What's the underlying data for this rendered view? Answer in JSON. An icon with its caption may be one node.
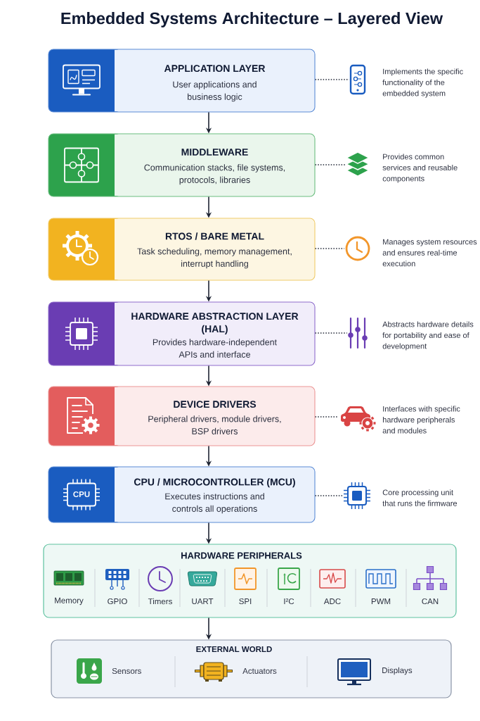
{
  "diagram": {
    "title": "Embedded Systems Architecture – Layered View",
    "nodes": [
      {
        "text": [
          "APPLICATION LAYER",
          "User applications and business logic"
        ]
      },
      {
        "text": [],
        "shape": "picture",
        "beside": [
          "Implements the specific functionality of the embedded system"
        ]
      },
      {
        "text": [
          "MIDDLEWARE",
          "Communication stacks, file systems, protocols, libraries"
        ]
      },
      {
        "text": [],
        "shape": "picture",
        "beside": [
          "Provides common services and reusable components"
        ]
      },
      {
        "text": [
          "RTOS / BARE METAL",
          "Task scheduling, memory management, interrupt handling"
        ]
      },
      {
        "text": [],
        "shape": "picture",
        "beside": [
          "Manages system resources and ensures real-time execution"
        ]
      },
      {
        "text": [
          "HARDWARE ABSTRACTION LAYER (HAL)",
          "Provides hardware-independent APIs and interface"
        ]
      },
      {
        "text": [],
        "shape": "picture",
        "beside": [
          "Abstracts hardware details for portability and ease of development"
        ]
      },
      {
        "text": [
          "DEVICE DRIVERS",
          "Peripheral drivers, module drivers, BSP drivers"
        ]
      },
      {
        "text": [],
        "shape": "picture",
        "beside": [
          "Interfaces with specific hardware peripherals and modules"
        ]
      },
      {
        "text": [
          "CPU / MICROCONTROLLER (MCU)",
          "Executes instructions and controls all operations"
        ]
      },
      {
        "text": [],
        "shape": "picture",
        "beside": [
          "Core processing unit that runs the firmware"
        ]
      },
      {
        "text": [
          "HARDWARE PERIPHERALS"
        ]
      },
      {
        "text": [
          "Memory"
        ],
        "in": 12
      },
      {
        "text": [
          "GPIO"
        ],
        "in": 12
      },
      {
        "text": [
          "Timers"
        ],
        "in": 12
      },
      {
        "text": [
          "UART"
        ],
        "in": 12
      },
      {
        "text": [
          "SPI"
        ],
        "in": 12
      },
      {
        "text": [
          "I²C"
        ],
        "in": 12
      },
      {
        "text": [
          "ADC"
        ],
        "in": 12
      },
      {
        "text": [
          "PWM"
        ],
        "in": 12
      },
      {
        "text": [
          "CAN"
        ],
        "in": 12
      },
      {
        "text": [
          "EXTERNAL WORLD"
        ]
      },
      {
        "text": [
          "Sensors"
        ],
        "in": 22
      },
      {
        "text": [
          "Actuators"
        ],
        "in": 22
      },
      {
        "text": [
          "Displays"
        ],
        "in": 22
      }
    ],
    "edges": [
      {
        "from": 0,
        "to": 1,
        "arrow": "none",
        "style": "dashed"
      },
      {
        "from": 0,
        "to": 2,
        "arrow": "to"
      },
      {
        "from": 2,
        "to": 3,
        "arrow": "none",
        "style": "dashed"
      },
      {
        "from": 2,
        "to": 4,
        "arrow": "to"
      },
      {
        "from": 4,
        "to": 5,
        "arrow": "none",
        "style": "dashed"
      },
      {
        "from": 4,
        "to": 6,
        "arrow": "to"
      },
      {
        "from": 6,
        "to": 7,
        "arrow": "none",
        "style": "dashed"
      },
      {
        "from": 6,
        "to": 8,
        "arrow": "to"
      },
      {
        "from": 8,
        "to": 9,
        "arrow": "none",
        "style": "dashed"
      },
      {
        "from": 8,
        "to": 10,
        "arrow": "to"
      },
      {
        "from": 10,
        "to": 11,
        "arrow": "none",
        "style": "dashed"
      },
      {
        "from": 10,
        "to": 12,
        "arrow": "to"
      },
      {
        "from": 12,
        "to": 22,
        "arrow": "to"
      }
    ],
    "labels": [
      "CPU"
    ]
  }
}
